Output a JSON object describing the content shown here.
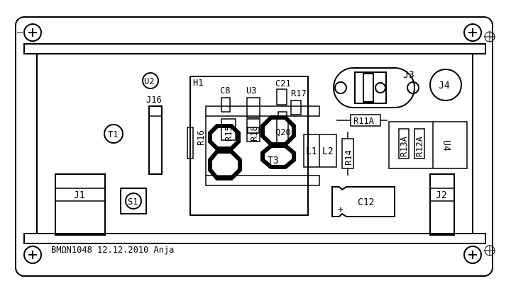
{
  "footer": {
    "text": "BMΩN1048 12.12.2010   Anja"
  },
  "labels": {
    "h1": "H1",
    "c8": "C8",
    "u3": "U3",
    "c21": "C21",
    "r17": "R17",
    "r16": "R16",
    "r15": "R15",
    "r18": "R18",
    "q20": "Q20",
    "t3": "T3",
    "l1": "L1",
    "l2": "L2",
    "r11a": "R11A",
    "r14": "R14",
    "r13a": "R13A",
    "r12a": "R12A",
    "u4": "U4",
    "j3": "J3",
    "j4": "J4",
    "u2": "U2",
    "j16": "J16",
    "t1": "T1",
    "j1": "J1",
    "s1": "S1",
    "c12": "C12",
    "c12_plus": "+",
    "j2": "J2"
  }
}
